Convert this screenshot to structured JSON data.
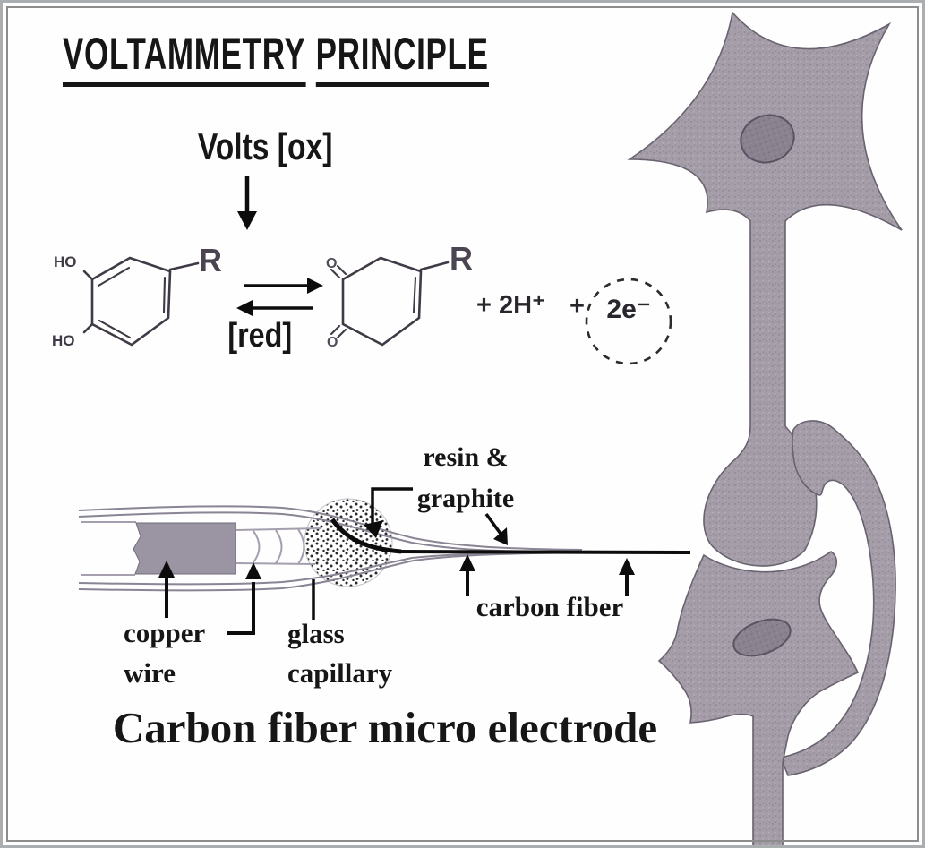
{
  "title": {
    "word1": "VOLTAMMETRY",
    "word2": "PRINCIPLE"
  },
  "reaction": {
    "volts_label": "Volts [ox]",
    "red_label": "[red]",
    "catechol": {
      "ho_top": "HO",
      "ho_bottom": "HO",
      "r": "R"
    },
    "quinone": {
      "o_top": "O",
      "o_bottom": "O",
      "r": "R"
    },
    "products": {
      "plus_2h": "+ 2H⁺",
      "plus": "+",
      "electrons": "2e⁻"
    }
  },
  "electrode": {
    "resin_line1": "resin &",
    "resin_line2": "graphite",
    "carbon_fiber": "carbon fiber",
    "copper_line1": "copper",
    "copper_line2": "wire",
    "glass_line1": "glass",
    "glass_line2": "capillary",
    "caption": "Carbon fiber micro electrode"
  },
  "colors": {
    "ink": "#161616",
    "neuron_fill": "#a59ea8",
    "neuron_outline": "#69626f",
    "nucleus_fill": "#8b8290",
    "copper_fill": "#9b94a2",
    "glass_line": "#8a8494",
    "frame_outer": "#aaaeb1",
    "frame_inner": "#8d8d8d"
  }
}
